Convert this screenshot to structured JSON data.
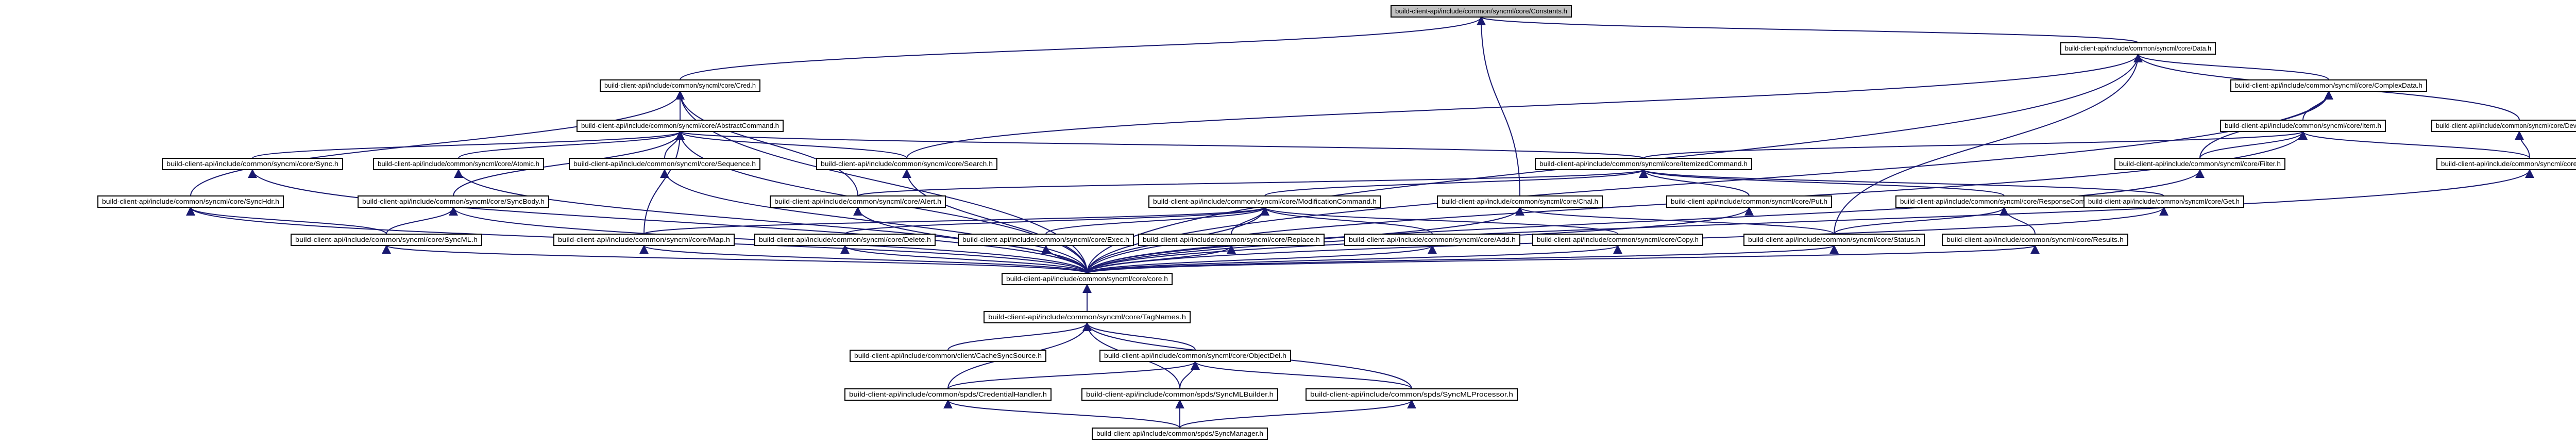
{
  "diagram": {
    "type": "include-dependency-graph",
    "root": "build-client-api/include/common/syncml/core/Constants.h",
    "colors": {
      "root_fill": "#c0c0c0",
      "node_fill": "#ffffff",
      "edge": "#191970",
      "border": "#000000"
    },
    "nodes": [
      {
        "id": "constants",
        "label": "build-client-api/include/common/syncml/core/Constants.h",
        "root": true
      },
      {
        "id": "cred",
        "label": "build-client-api/include/common/syncml/core/Cred.h"
      },
      {
        "id": "data",
        "label": "build-client-api/include/common/syncml/core/Data.h"
      },
      {
        "id": "abstractcommand",
        "label": "build-client-api/include/common/syncml/core/AbstractCommand.h"
      },
      {
        "id": "complexdata",
        "label": "build-client-api/include/common/syncml/core/ComplexData.h"
      },
      {
        "id": "item",
        "label": "build-client-api/include/common/syncml/core/Item.h"
      },
      {
        "id": "devinfdata",
        "label": "build-client-api/include/common/syncml/core/DevInfData.h"
      },
      {
        "id": "sync",
        "label": "build-client-api/include/common/syncml/core/Sync.h"
      },
      {
        "id": "atomic",
        "label": "build-client-api/include/common/syncml/core/Atomic.h"
      },
      {
        "id": "sequence",
        "label": "build-client-api/include/common/syncml/core/Sequence.h"
      },
      {
        "id": "search",
        "label": "build-client-api/include/common/syncml/core/Search.h"
      },
      {
        "id": "itemizedcommand",
        "label": "build-client-api/include/common/syncml/core/ItemizedCommand.h"
      },
      {
        "id": "filter",
        "label": "build-client-api/include/common/syncml/core/Filter.h"
      },
      {
        "id": "devinfitem",
        "label": "build-client-api/include/common/syncml/core/DevInfItem.h"
      },
      {
        "id": "synchdr",
        "label": "build-client-api/include/common/syncml/core/SyncHdr.h"
      },
      {
        "id": "syncbody",
        "label": "build-client-api/include/common/syncml/core/SyncBody.h"
      },
      {
        "id": "alert",
        "label": "build-client-api/include/common/syncml/core/Alert.h"
      },
      {
        "id": "modificationcommand",
        "label": "build-client-api/include/common/syncml/core/ModificationCommand.h"
      },
      {
        "id": "chal",
        "label": "build-client-api/include/common/syncml/core/Chal.h"
      },
      {
        "id": "put",
        "label": "build-client-api/include/common/syncml/core/Put.h"
      },
      {
        "id": "responsecommand",
        "label": "build-client-api/include/common/syncml/core/ResponseCommand.h"
      },
      {
        "id": "get",
        "label": "build-client-api/include/common/syncml/core/Get.h"
      },
      {
        "id": "syncml",
        "label": "build-client-api/include/common/syncml/core/SyncML.h"
      },
      {
        "id": "map",
        "label": "build-client-api/include/common/syncml/core/Map.h"
      },
      {
        "id": "delete",
        "label": "build-client-api/include/common/syncml/core/Delete.h"
      },
      {
        "id": "exec",
        "label": "build-client-api/include/common/syncml/core/Exec.h"
      },
      {
        "id": "replace",
        "label": "build-client-api/include/common/syncml/core/Replace.h"
      },
      {
        "id": "add",
        "label": "build-client-api/include/common/syncml/core/Add.h"
      },
      {
        "id": "copy",
        "label": "build-client-api/include/common/syncml/core/Copy.h"
      },
      {
        "id": "status",
        "label": "build-client-api/include/common/syncml/core/Status.h"
      },
      {
        "id": "results",
        "label": "build-client-api/include/common/syncml/core/Results.h"
      },
      {
        "id": "core",
        "label": "build-client-api/include/common/syncml/core/core.h"
      },
      {
        "id": "tagnames",
        "label": "build-client-api/include/common/syncml/core/TagNames.h"
      },
      {
        "id": "cachesyncsource",
        "label": "build-client-api/include/common/client/CacheSyncSource.h"
      },
      {
        "id": "objectdel",
        "label": "build-client-api/include/common/syncml/core/ObjectDel.h"
      },
      {
        "id": "credentialhandler",
        "label": "build-client-api/include/common/spds/CredentialHandler.h"
      },
      {
        "id": "syncmlbuilder",
        "label": "build-client-api/include/common/spds/SyncMLBuilder.h"
      },
      {
        "id": "syncmlprocessor",
        "label": "build-client-api/include/common/spds/SyncMLProcessor.h"
      },
      {
        "id": "syncmanager",
        "label": "build-client-api/include/common/spds/SyncManager.h"
      }
    ],
    "edges": [
      [
        "cred",
        "constants"
      ],
      [
        "data",
        "constants"
      ],
      [
        "chal",
        "constants"
      ],
      [
        "abstractcommand",
        "cred"
      ],
      [
        "synchdr",
        "cred"
      ],
      [
        "alert",
        "cred"
      ],
      [
        "core",
        "cred"
      ],
      [
        "complexdata",
        "data"
      ],
      [
        "devinfdata",
        "data"
      ],
      [
        "search",
        "data"
      ],
      [
        "status",
        "data"
      ],
      [
        "core",
        "data"
      ],
      [
        "item",
        "complexdata"
      ],
      [
        "filter",
        "complexdata"
      ],
      [
        "core",
        "complexdata"
      ],
      [
        "devinfitem",
        "devinfdata"
      ],
      [
        "itemizedcommand",
        "item"
      ],
      [
        "filter",
        "item"
      ],
      [
        "devinfitem",
        "item"
      ],
      [
        "core",
        "item"
      ],
      [
        "sync",
        "abstractcommand"
      ],
      [
        "atomic",
        "abstractcommand"
      ],
      [
        "sequence",
        "abstractcommand"
      ],
      [
        "search",
        "abstractcommand"
      ],
      [
        "itemizedcommand",
        "abstractcommand"
      ],
      [
        "syncbody",
        "abstractcommand"
      ],
      [
        "map",
        "abstractcommand"
      ],
      [
        "core",
        "abstractcommand"
      ],
      [
        "alert",
        "itemizedcommand"
      ],
      [
        "modificationcommand",
        "itemizedcommand"
      ],
      [
        "put",
        "itemizedcommand"
      ],
      [
        "responsecommand",
        "itemizedcommand"
      ],
      [
        "get",
        "itemizedcommand"
      ],
      [
        "delete",
        "modificationcommand"
      ],
      [
        "exec",
        "modificationcommand"
      ],
      [
        "replace",
        "modificationcommand"
      ],
      [
        "add",
        "modificationcommand"
      ],
      [
        "copy",
        "modificationcommand"
      ],
      [
        "map",
        "modificationcommand"
      ],
      [
        "status",
        "responsecommand"
      ],
      [
        "results",
        "responsecommand"
      ],
      [
        "syncml",
        "synchdr"
      ],
      [
        "syncml",
        "syncbody"
      ],
      [
        "status",
        "chal"
      ],
      [
        "core",
        "sync"
      ],
      [
        "core",
        "atomic"
      ],
      [
        "core",
        "sequence"
      ],
      [
        "core",
        "search"
      ],
      [
        "core",
        "synchdr"
      ],
      [
        "core",
        "syncbody"
      ],
      [
        "core",
        "alert"
      ],
      [
        "core",
        "modificationcommand"
      ],
      [
        "core",
        "chal"
      ],
      [
        "core",
        "put"
      ],
      [
        "core",
        "get"
      ],
      [
        "core",
        "filter"
      ],
      [
        "core",
        "devinfitem"
      ],
      [
        "core",
        "syncml"
      ],
      [
        "core",
        "map"
      ],
      [
        "core",
        "delete"
      ],
      [
        "core",
        "exec"
      ],
      [
        "core",
        "replace"
      ],
      [
        "core",
        "add"
      ],
      [
        "core",
        "copy"
      ],
      [
        "core",
        "status"
      ],
      [
        "core",
        "results"
      ],
      [
        "tagnames",
        "core"
      ],
      [
        "cachesyncsource",
        "tagnames"
      ],
      [
        "objectdel",
        "tagnames"
      ],
      [
        "credentialhandler",
        "tagnames"
      ],
      [
        "syncmlbuilder",
        "tagnames"
      ],
      [
        "syncmlprocessor",
        "tagnames"
      ],
      [
        "credentialhandler",
        "objectdel"
      ],
      [
        "syncmlbuilder",
        "objectdel"
      ],
      [
        "syncmlprocessor",
        "objectdel"
      ],
      [
        "syncmanager",
        "credentialhandler"
      ],
      [
        "syncmanager",
        "syncmlbuilder"
      ],
      [
        "syncmanager",
        "syncmlprocessor"
      ]
    ]
  }
}
